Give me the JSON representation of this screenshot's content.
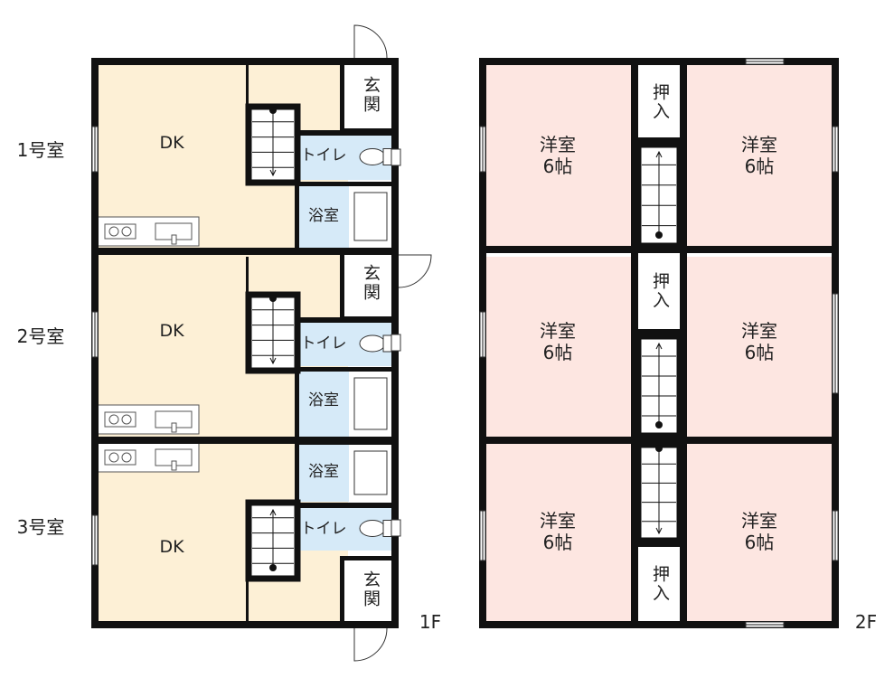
{
  "floor1": {
    "label": "1F",
    "units": [
      {
        "name": "1号室",
        "dk": "DK",
        "entrance": "玄関",
        "toilet": "トイレ",
        "bath": "浴室"
      },
      {
        "name": "2号室",
        "dk": "DK",
        "entrance": "玄関",
        "toilet": "トイレ",
        "bath": "浴室"
      },
      {
        "name": "3号室",
        "dk": "DK",
        "entrance": "玄関",
        "toilet": "トイレ",
        "bath": "浴室"
      }
    ]
  },
  "floor2": {
    "label": "2F",
    "rooms": [
      {
        "name": "洋室\n6帖"
      },
      {
        "name": "洋室\n6帖"
      },
      {
        "name": "洋室\n6帖"
      },
      {
        "name": "洋室\n6帖"
      },
      {
        "name": "洋室\n6帖"
      },
      {
        "name": "洋室\n6帖"
      }
    ],
    "closets": [
      "押入",
      "押入",
      "押入"
    ]
  },
  "colors": {
    "dk": "#fdf0d6",
    "wet": "#d6eaf8",
    "western": "#fde6e1",
    "wall": "#111111"
  }
}
